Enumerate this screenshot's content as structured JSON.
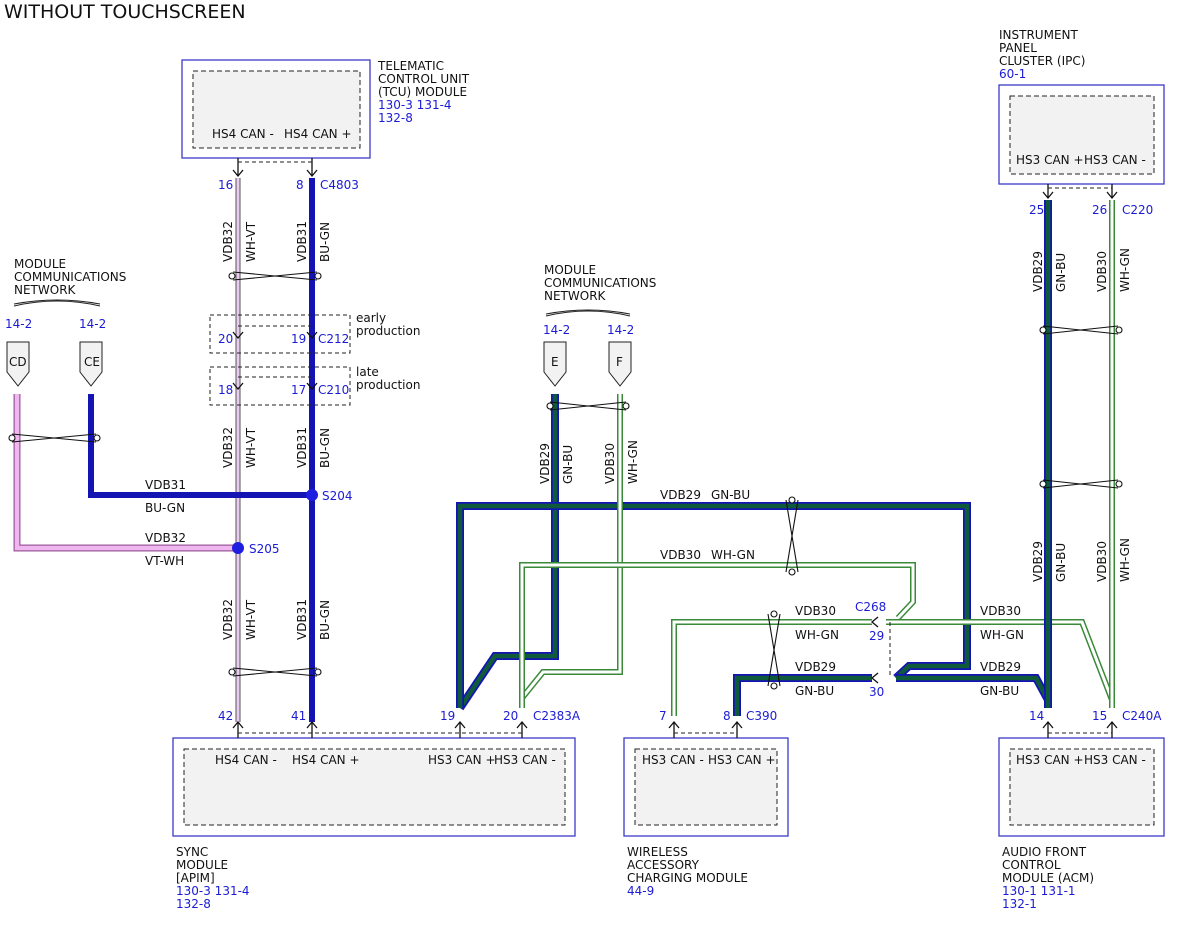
{
  "page": {
    "title": "WITHOUT TOUCHSCREEN"
  },
  "colors": {
    "bu_gn": "#1414b4",
    "gn_bu": "#0e5a3a",
    "gn_bu_edge": "#1414b4",
    "vt_wh": "#e6a6e6",
    "wh_vt": "#d8b8e8",
    "wh_gn": "#3a8a3a",
    "ref_blue": "#1b1bd6",
    "box_border": "#3b3bc8"
  },
  "modules": {
    "tcu": {
      "name_lines": [
        "TELEMATIC",
        "CONTROL UNIT",
        "(TCU) MODULE"
      ],
      "refs": [
        "130-3 131-4",
        "132-8"
      ],
      "pins": [
        "HS4 CAN -",
        "HS4 CAN +"
      ]
    },
    "ipc": {
      "name_lines": [
        "INSTRUMENT",
        "PANEL",
        "CLUSTER (IPC)"
      ],
      "refs": [
        "60-1"
      ],
      "pins": [
        "HS3 CAN +",
        "HS3 CAN -"
      ]
    },
    "sync": {
      "name_lines": [
        "SYNC",
        "MODULE",
        "[APIM]"
      ],
      "refs": [
        "130-3 131-4",
        "132-8"
      ],
      "pins": [
        "HS4 CAN -",
        "HS4 CAN +",
        "HS3 CAN +",
        "HS3 CAN -"
      ]
    },
    "wacm": {
      "name_lines": [
        "WIRELESS",
        "ACCESSORY",
        "CHARGING MODULE"
      ],
      "refs": [
        "44-9"
      ],
      "pins": [
        "HS3 CAN -",
        "HS3 CAN +"
      ]
    },
    "acm": {
      "name_lines": [
        "AUDIO FRONT",
        "CONTROL",
        "MODULE (ACM)"
      ],
      "refs": [
        "130-1 131-1",
        "132-1"
      ],
      "pins": [
        "HS3 CAN +",
        "HS3 CAN -"
      ]
    }
  },
  "networks": {
    "left": {
      "lines": [
        "MODULE",
        "COMMUNICATIONS",
        "NETWORK"
      ],
      "refs": [
        "14-2",
        "14-2"
      ],
      "connectors": [
        "CD",
        "CE"
      ]
    },
    "center": {
      "lines": [
        "MODULE",
        "COMMUNICATIONS",
        "NETWORK"
      ],
      "refs": [
        "14-2",
        "14-2"
      ],
      "connectors": [
        "E",
        "F"
      ]
    }
  },
  "connectors": {
    "C4803": "C4803",
    "C212": "C212",
    "C210": "C210",
    "C2383A": "C2383A",
    "C390": "C390",
    "C268": "C268",
    "C220": "C220",
    "C240A": "C240A"
  },
  "pins": {
    "tcu_16": "16",
    "tcu_8": "8",
    "c212_20": "20",
    "c212_19": "19",
    "c210_18": "18",
    "c210_17": "17",
    "sync_42": "42",
    "sync_41": "41",
    "sync_19": "19",
    "sync_20": "20",
    "wacm_7": "7",
    "wacm_8": "8",
    "c268_29": "29",
    "c268_30": "30",
    "ipc_25": "25",
    "ipc_26": "26",
    "acm_14": "14",
    "acm_15": "15"
  },
  "splices": {
    "S204": "S204",
    "S205": "S205"
  },
  "notes": {
    "early": [
      "early",
      "production"
    ],
    "late": [
      "late",
      "production"
    ]
  },
  "wires": {
    "vdb31": "VDB31",
    "vdb32": "VDB32",
    "vdb29": "VDB29",
    "vdb30": "VDB30",
    "bu_gn": "BU-GN",
    "wh_vt": "WH-VT",
    "vt_wh": "VT-WH",
    "gn_bu": "GN-BU",
    "wh_gn": "WH-GN"
  }
}
